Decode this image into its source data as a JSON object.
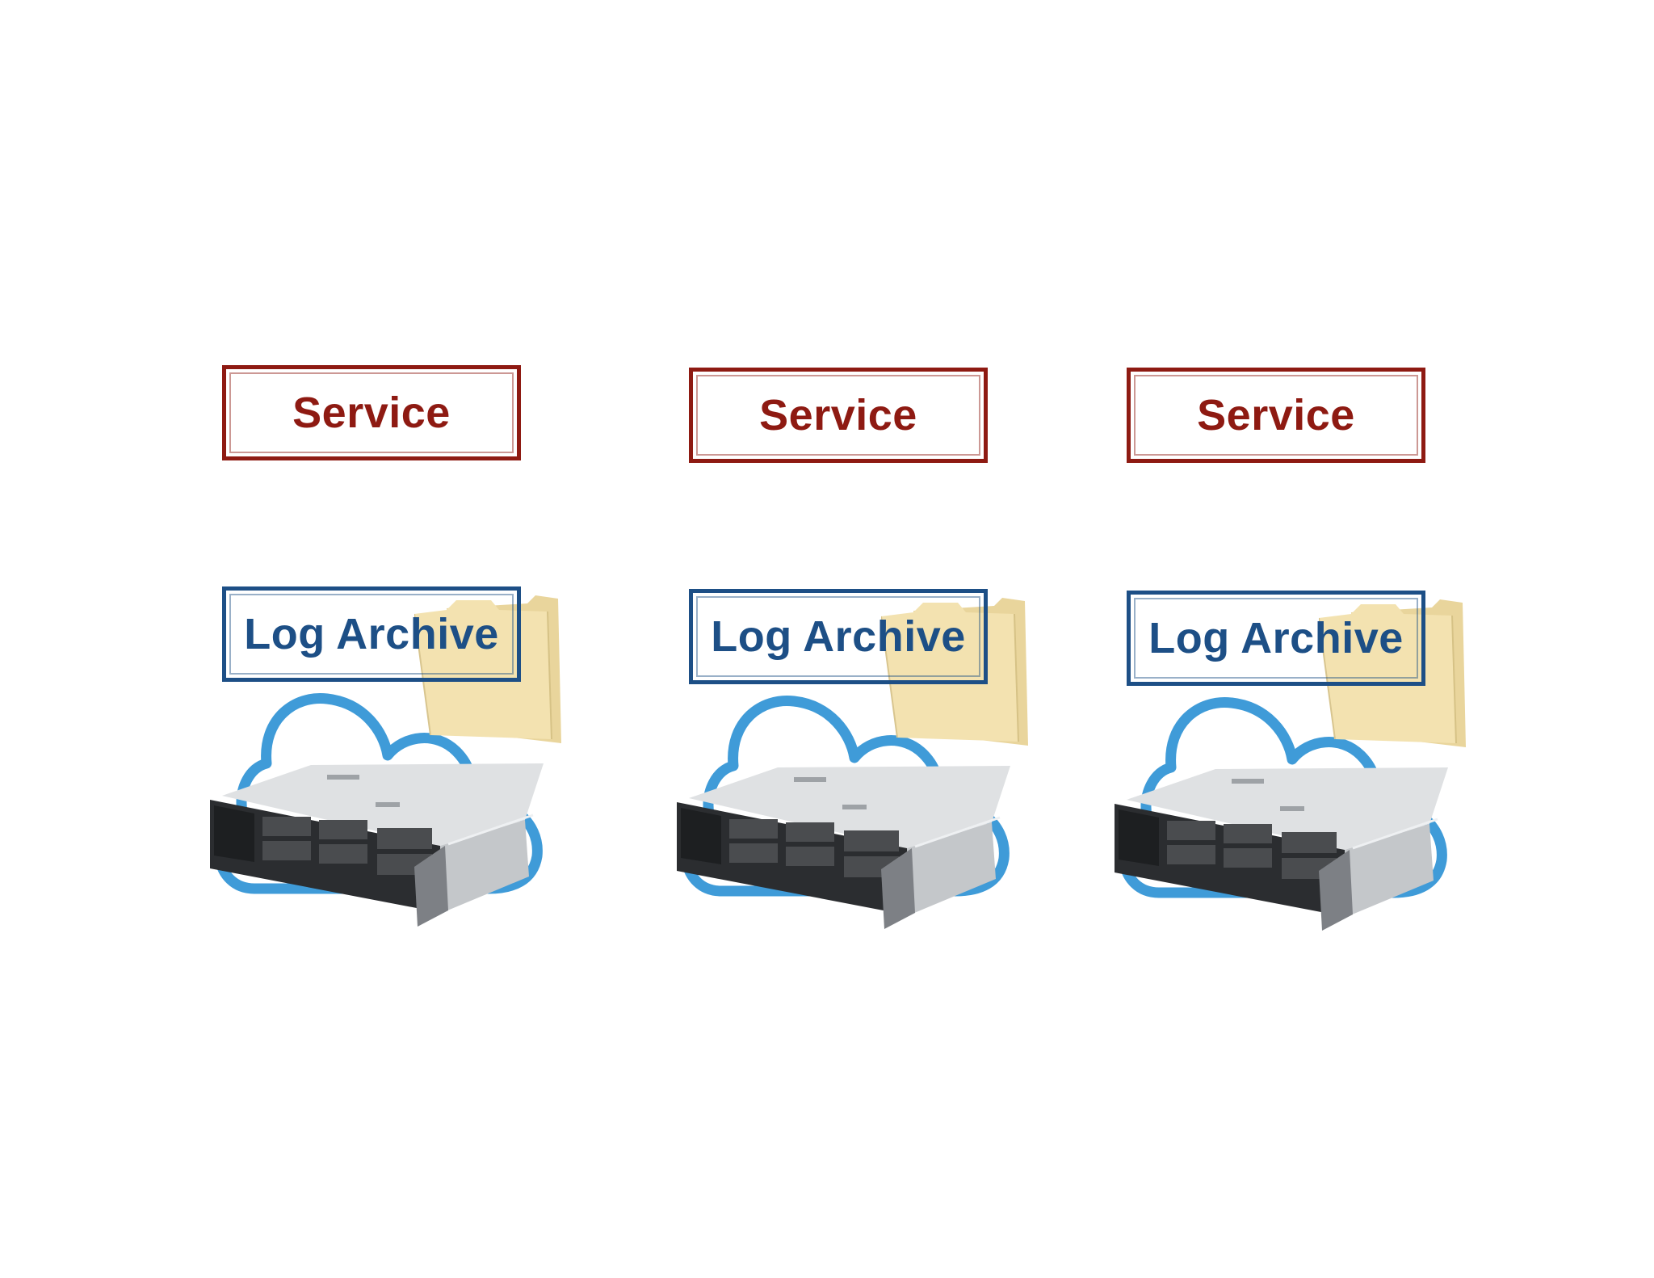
{
  "colors": {
    "service_red": "#8e1a12",
    "archive_blue": "#1d4f86",
    "cloud_blue": "#3f9bd8",
    "folder_tan": "#f3e2b0"
  },
  "icons": [
    "cloud-icon",
    "folder-icon",
    "rack-server-icon"
  ],
  "nodes": [
    {
      "service_label": "Service",
      "archive_label": "Log Archive"
    },
    {
      "service_label": "Service",
      "archive_label": "Log Archive"
    },
    {
      "service_label": "Service",
      "archive_label": "Log Archive"
    }
  ]
}
